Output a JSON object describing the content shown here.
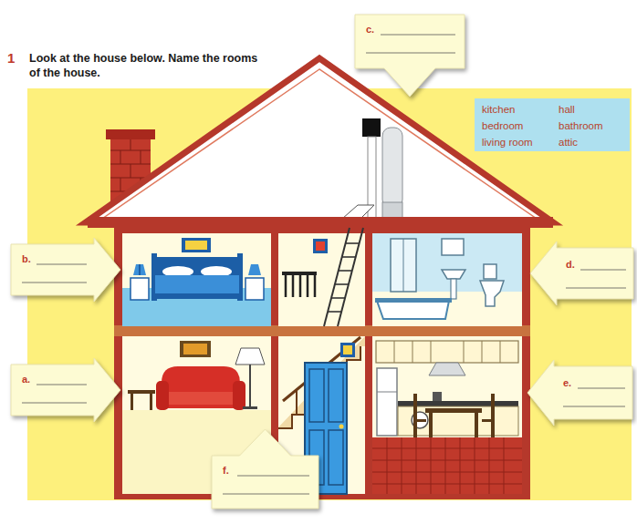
{
  "diagram": {
    "title": "Look at the house below. Name the rooms of the house.",
    "nodes": [
      {
        "text": [
          "c."
        ]
      },
      {
        "text": [
          "kitchen",
          "hall",
          "bedroom",
          "bathroom",
          "living room",
          "attic"
        ]
      },
      {
        "text": [
          "b."
        ]
      },
      {
        "text": [
          "d."
        ]
      },
      {
        "text": [
          "a."
        ]
      },
      {
        "text": [
          "e."
        ]
      },
      {
        "text": [
          "f."
        ]
      }
    ],
    "labels": [
      "1"
    ]
  }
}
